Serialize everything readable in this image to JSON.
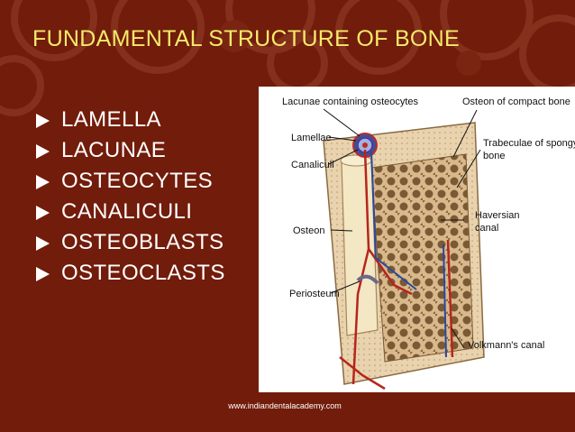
{
  "slide": {
    "title": "FUNDAMENTAL STRUCTURE OF BONE",
    "bullets": [
      "LAMELLA",
      "LACUNAE",
      "OSTEOCYTES",
      "CANALICULI",
      "OSTEOBLASTS",
      "OSTEOCLASTS"
    ],
    "footer": "www.indiandentalacademy.com"
  },
  "figure": {
    "labels": {
      "lacunae": "Lacunae containing osteocytes",
      "osteon_compact": "Osteon of compact bone",
      "lamellae": "Lamellae",
      "trabeculae_1": "Trabeculae of spongy",
      "trabeculae_2": "bone",
      "canaliculi": "Canaliculi",
      "osteon": "Osteon",
      "haversian_1": "Haversian",
      "haversian_2": "canal",
      "periosteum": "Periosteum",
      "volkmann": "Volkmann's canal"
    }
  },
  "colors": {
    "background": "#721c0b",
    "title": "#f4ea6a",
    "text": "#ffffff"
  }
}
